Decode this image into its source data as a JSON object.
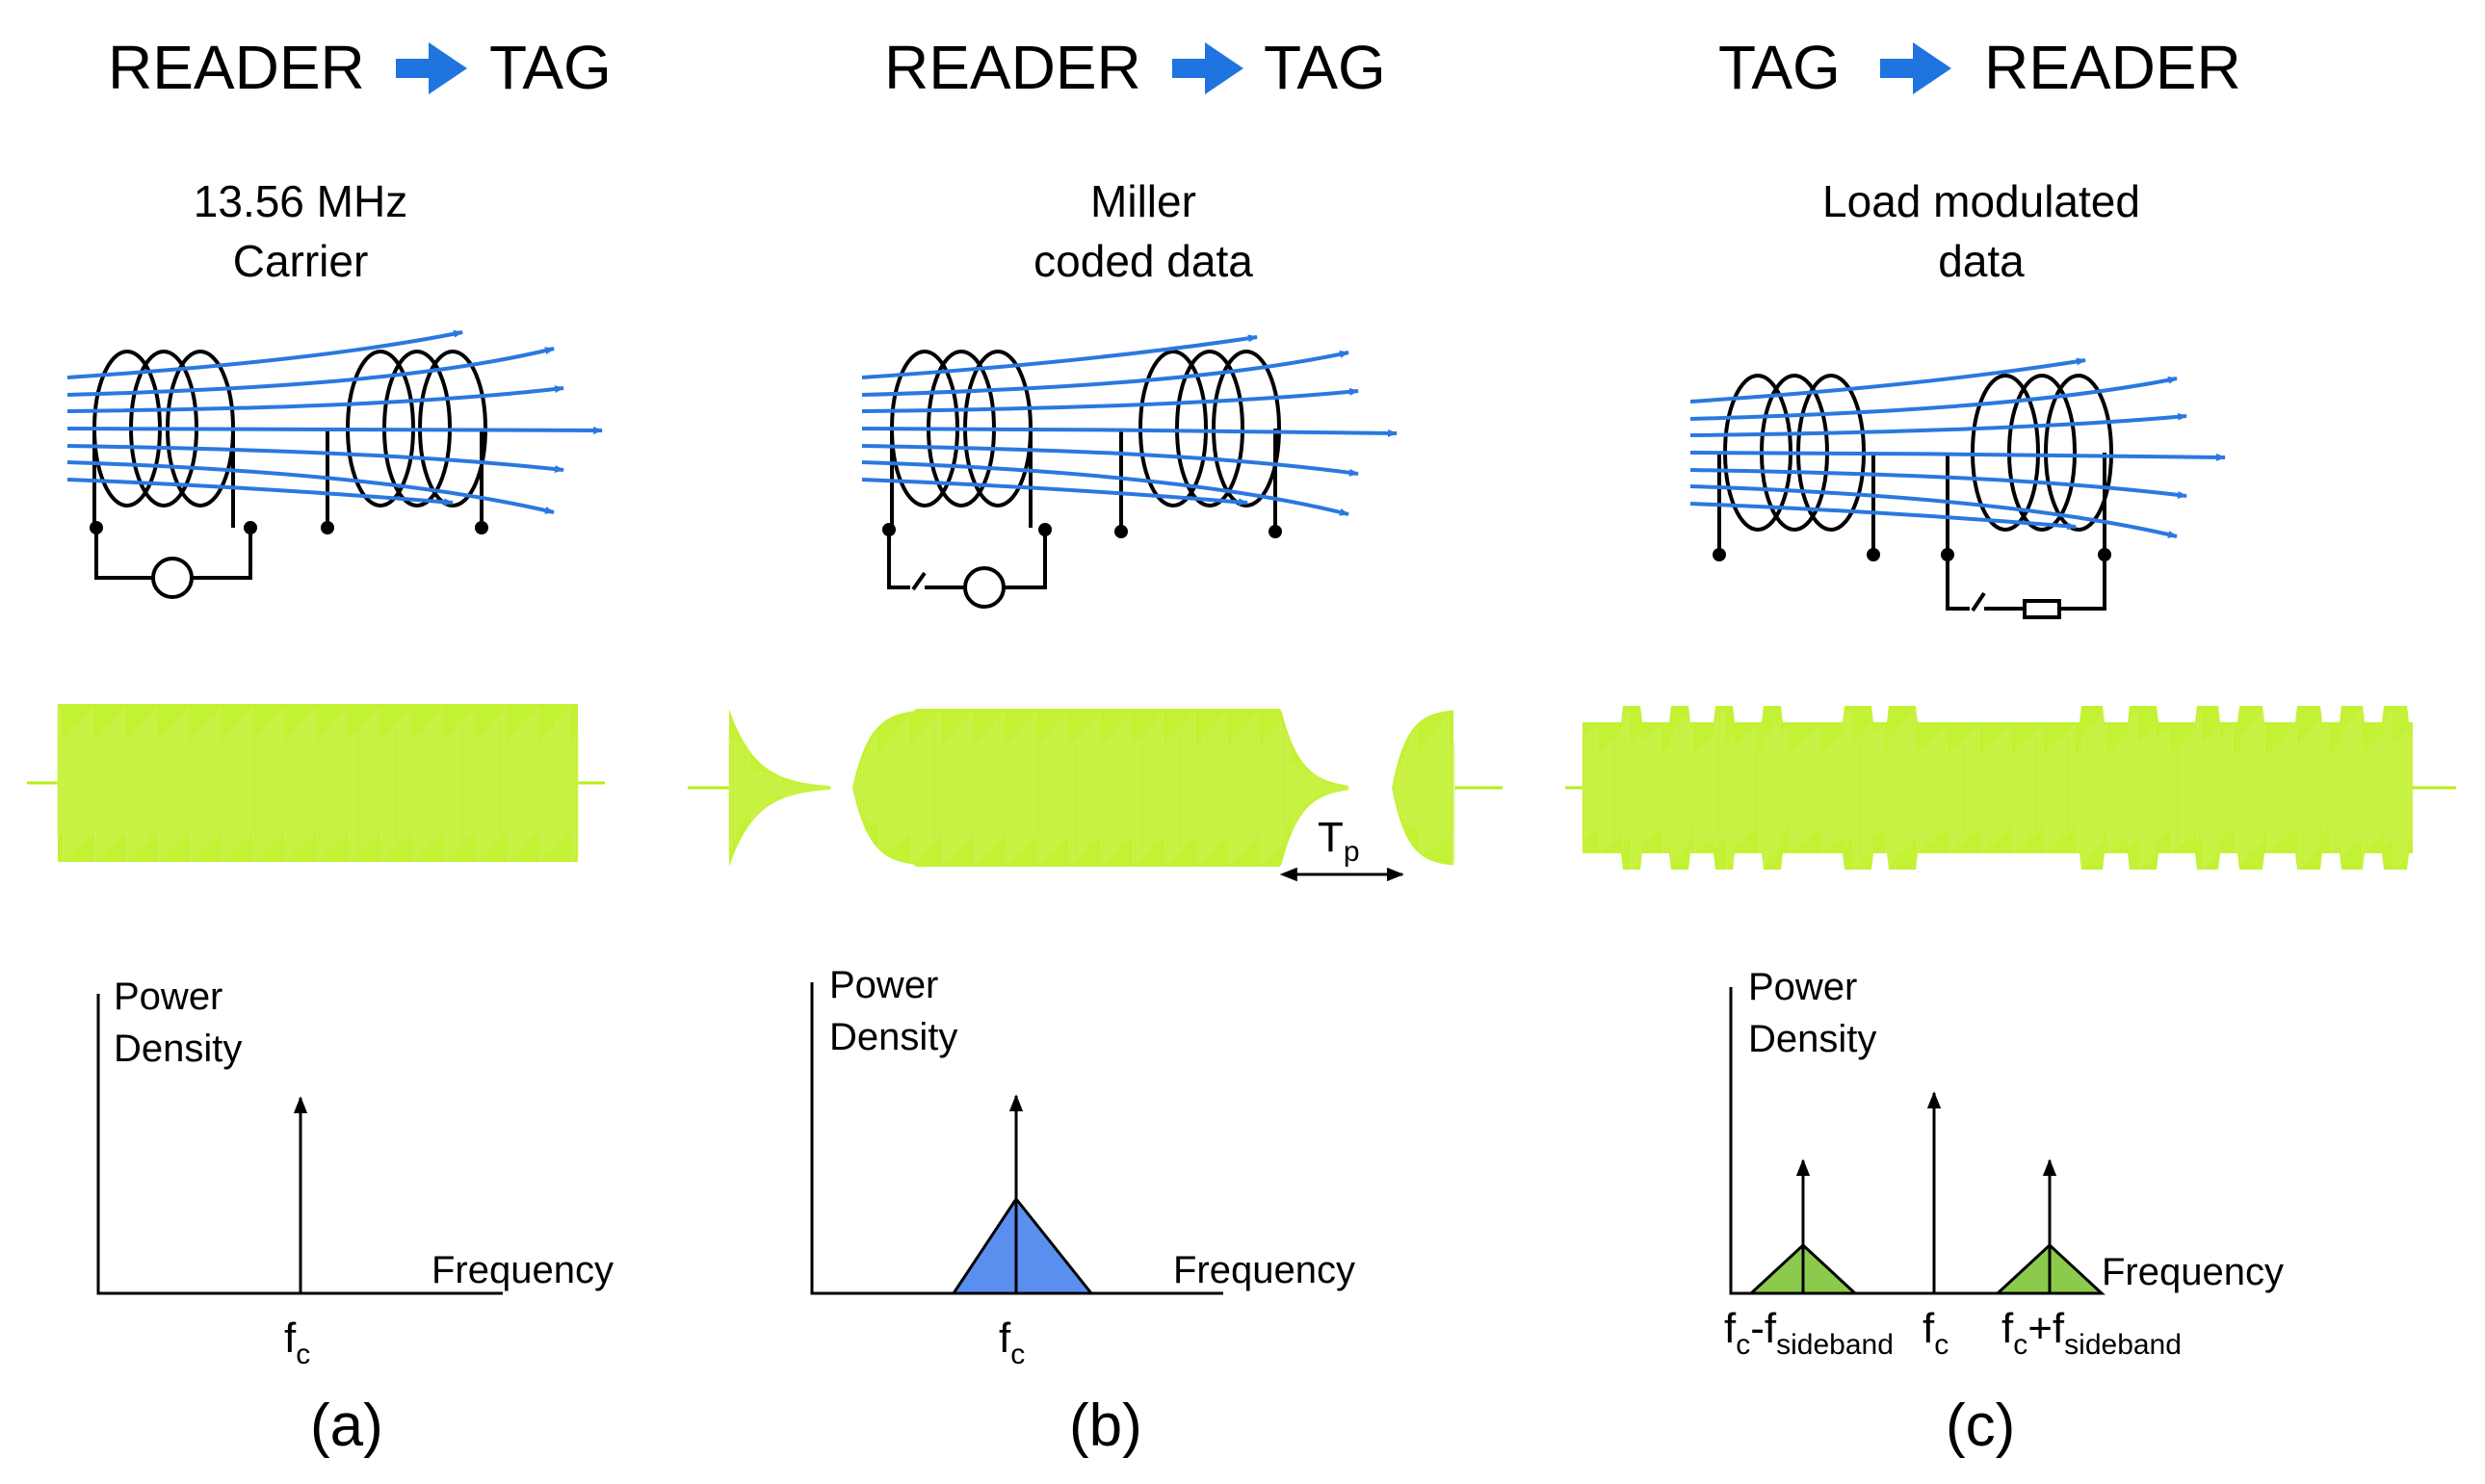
{
  "panels": [
    {
      "direction": {
        "from": "READER",
        "to": "TAG"
      },
      "subtitle": [
        "13.56 MHz",
        "Carrier"
      ],
      "axis": {
        "y": [
          "Power",
          "Density"
        ],
        "x": "Frequency"
      },
      "tick": {
        "f": "f",
        "sub": "c"
      },
      "caption": "(a)"
    },
    {
      "direction": {
        "from": "READER",
        "to": "TAG"
      },
      "subtitle": [
        "Miller",
        "coded data"
      ],
      "period": {
        "t": "T",
        "sub": "p"
      },
      "axis": {
        "y": [
          "Power",
          "Density"
        ],
        "x": "Frequency"
      },
      "tick": {
        "f": "f",
        "sub": "c"
      },
      "caption": "(b)"
    },
    {
      "direction": {
        "from": "TAG",
        "to": "READER"
      },
      "subtitle": [
        "Load modulated",
        "data"
      ],
      "axis": {
        "y": [
          "Power",
          "Density"
        ],
        "x": "Frequency"
      },
      "ticks": {
        "left": {
          "f1": "f",
          "s1": "c",
          "op": "-f",
          "s2": "sideband"
        },
        "mid": {
          "f": "f",
          "s": "c"
        },
        "right": {
          "f1": "f",
          "s1": "c",
          "op": "+f",
          "s2": "sideband"
        }
      },
      "caption": "(c)"
    }
  ],
  "colors": {
    "field_arrow": "#2a78e0",
    "header_arrow": "#1f74e0",
    "signal": "#b8ee10",
    "spectrum_b": "#5b8fef",
    "spectrum_c": "#8cca4c"
  }
}
